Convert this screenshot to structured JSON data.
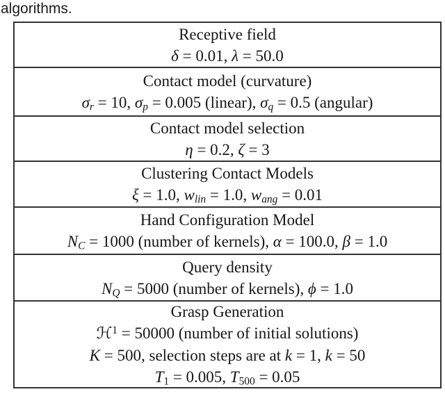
{
  "page": {
    "caption": "algorithms."
  },
  "table": {
    "border_color": "#333333",
    "text_color": "#161616",
    "background": "#ffffff",
    "rows": [
      {
        "title": "Receptive field",
        "lines": [
          [
            {
              "t": "i",
              "s": "δ"
            },
            {
              "t": "r",
              "s": " = 0.01, "
            },
            {
              "t": "i",
              "s": "λ"
            },
            {
              "t": "r",
              "s": " = 50.0"
            }
          ]
        ]
      },
      {
        "title": "Contact model (curvature)",
        "lines": [
          [
            {
              "t": "i",
              "s": "σ"
            },
            {
              "t": "subi",
              "s": "r"
            },
            {
              "t": "r",
              "s": " = 10, "
            },
            {
              "t": "i",
              "s": "σ"
            },
            {
              "t": "subi",
              "s": "p"
            },
            {
              "t": "r",
              "s": " = 0.005 (linear), "
            },
            {
              "t": "i",
              "s": "σ"
            },
            {
              "t": "subi",
              "s": "q"
            },
            {
              "t": "r",
              "s": " = 0.5 (angular)"
            }
          ]
        ]
      },
      {
        "title": "Contact model selection",
        "lines": [
          [
            {
              "t": "i",
              "s": "η"
            },
            {
              "t": "r",
              "s": " = 0.2, "
            },
            {
              "t": "i",
              "s": "ζ"
            },
            {
              "t": "r",
              "s": " = 3"
            }
          ]
        ]
      },
      {
        "title": "Clustering Contact Models",
        "lines": [
          [
            {
              "t": "i",
              "s": "ξ"
            },
            {
              "t": "r",
              "s": " = 1.0, "
            },
            {
              "t": "i",
              "s": "w"
            },
            {
              "t": "subi",
              "s": "lin"
            },
            {
              "t": "r",
              "s": " = 1.0, "
            },
            {
              "t": "i",
              "s": "w"
            },
            {
              "t": "subi",
              "s": "ang"
            },
            {
              "t": "r",
              "s": " = 0.01"
            }
          ]
        ]
      },
      {
        "title": "Hand Configuration Model",
        "lines": [
          [
            {
              "t": "i",
              "s": "N"
            },
            {
              "t": "subi",
              "s": "C"
            },
            {
              "t": "r",
              "s": " = 1000 (number of kernels), "
            },
            {
              "t": "i",
              "s": "α"
            },
            {
              "t": "r",
              "s": " = 100.0, "
            },
            {
              "t": "i",
              "s": "β"
            },
            {
              "t": "r",
              "s": " = 1.0"
            }
          ]
        ]
      },
      {
        "title": "Query density",
        "lines": [
          [
            {
              "t": "i",
              "s": "N"
            },
            {
              "t": "subi",
              "s": "Q"
            },
            {
              "t": "r",
              "s": " = 5000 (number of kernels), "
            },
            {
              "t": "i",
              "s": "ϕ"
            },
            {
              "t": "r",
              "s": " = 1.0"
            }
          ]
        ]
      },
      {
        "title": "Grasp Generation",
        "lines": [
          [
            {
              "t": "cal",
              "s": "ℋ"
            },
            {
              "t": "sup",
              "s": "1"
            },
            {
              "t": "r",
              "s": " = 50000 (number of initial solutions)"
            }
          ],
          [
            {
              "t": "i",
              "s": "K"
            },
            {
              "t": "r",
              "s": " = 500, selection steps are at "
            },
            {
              "t": "i",
              "s": "k"
            },
            {
              "t": "r",
              "s": " = 1, "
            },
            {
              "t": "i",
              "s": "k"
            },
            {
              "t": "r",
              "s": " = 50"
            }
          ],
          [
            {
              "t": "i",
              "s": "T"
            },
            {
              "t": "sub",
              "s": "1"
            },
            {
              "t": "r",
              "s": " = 0.005, "
            },
            {
              "t": "i",
              "s": "T"
            },
            {
              "t": "sub",
              "s": "500"
            },
            {
              "t": "r",
              "s": " = 0.05"
            }
          ]
        ]
      }
    ]
  }
}
